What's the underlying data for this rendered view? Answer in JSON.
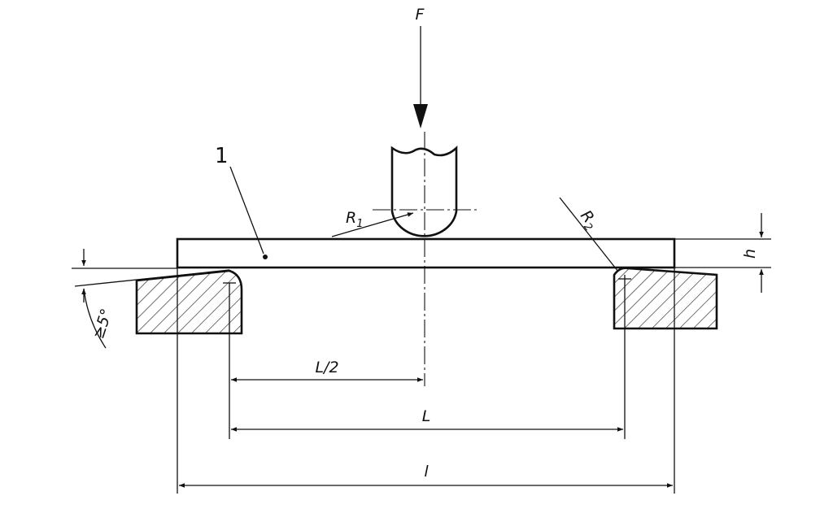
{
  "labels": {
    "force": "F",
    "part_number": "1",
    "nose_radius": "R",
    "nose_radius_sub": "1",
    "support_radius": "R",
    "support_radius_sub": "2",
    "thickness": "h",
    "half_span": "L/2",
    "span": "L",
    "length": "l",
    "angle": "≥5°"
  },
  "colors": {
    "line": "#111111",
    "background": "#ffffff"
  }
}
